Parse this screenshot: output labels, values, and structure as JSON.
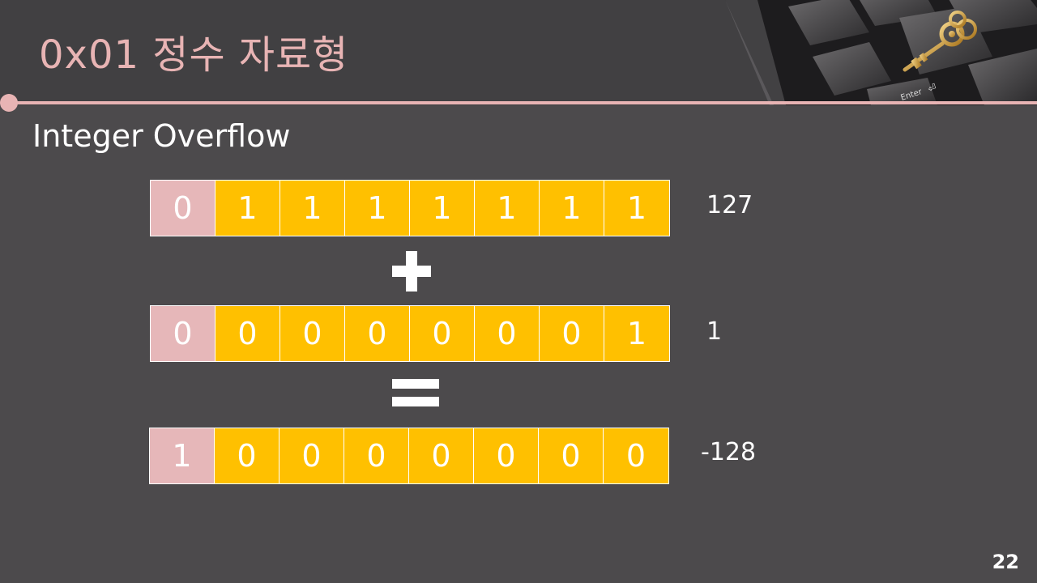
{
  "slide": {
    "title": "0x01  정수 자료형",
    "subtitle": "Integer Overflow",
    "page_number": "22"
  },
  "photo": {
    "key_label": "Enter",
    "arrow_glyph": "⏎"
  },
  "rows": [
    {
      "bits": [
        "0",
        "1",
        "1",
        "1",
        "1",
        "1",
        "1",
        "1"
      ],
      "value": "127"
    },
    {
      "bits": [
        "0",
        "0",
        "0",
        "0",
        "0",
        "0",
        "0",
        "1"
      ],
      "value": "1"
    },
    {
      "bits": [
        "1",
        "0",
        "0",
        "0",
        "0",
        "0",
        "0",
        "0"
      ],
      "value": "-128"
    }
  ],
  "operators": {
    "plus": "plus-sign-icon",
    "equals": "equals-sign-icon"
  },
  "colors": {
    "background": "#4c4a4c",
    "header": "#414042",
    "accent_pink": "#e8b4b4",
    "bit_fill": "#ffc000",
    "sign_bit_fill": "#e6b7b9",
    "text": "#ffffff"
  }
}
